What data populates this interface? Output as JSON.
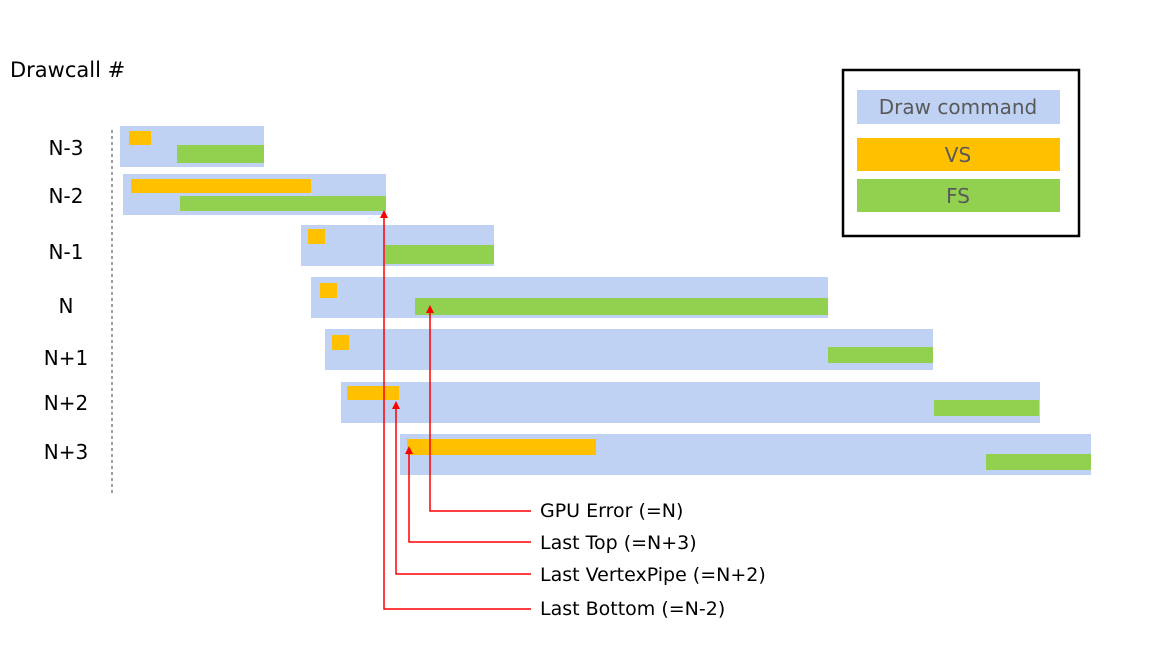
{
  "y_axis_title": "Drawcall #",
  "legend": {
    "draw_command": "Draw command",
    "vs": "VS",
    "fs": "FS"
  },
  "colors": {
    "draw_command": "#c0d2f4",
    "vs": "#ffc000",
    "fs": "#92d050",
    "arrow": "#ff0000",
    "text": "#000000",
    "legend_text": "#595959"
  },
  "rows": [
    {
      "label": "N-3"
    },
    {
      "label": "N-2"
    },
    {
      "label": "N-1"
    },
    {
      "label": "N"
    },
    {
      "label": "N+1"
    },
    {
      "label": "N+2"
    },
    {
      "label": "N+3"
    }
  ],
  "annotations": [
    {
      "label": "GPU Error (=N)"
    },
    {
      "label": "Last Top (=N+3)"
    },
    {
      "label": "Last VertexPipe (=N+2)"
    },
    {
      "label": "Last Bottom (=N-2)"
    }
  ]
}
